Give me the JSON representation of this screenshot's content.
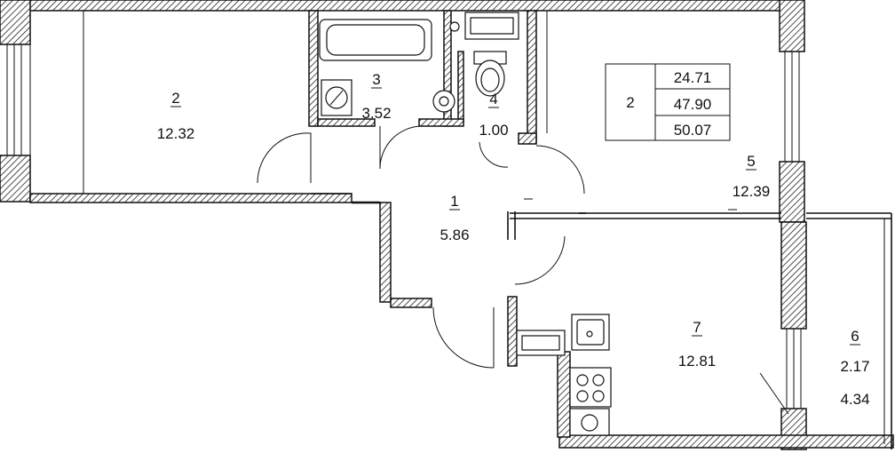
{
  "rooms": [
    {
      "id": "r2",
      "number": "2",
      "area": "12.32"
    },
    {
      "id": "r3",
      "number": "3",
      "area": "3.52"
    },
    {
      "id": "r4",
      "number": "4",
      "area": "1.00"
    },
    {
      "id": "r1",
      "number": "1",
      "area": "5.86"
    },
    {
      "id": "r5",
      "number": "5",
      "area": "12.39"
    },
    {
      "id": "r7",
      "number": "7",
      "area": "12.81"
    },
    {
      "id": "r6",
      "number": "6",
      "area": "2.17",
      "area2": "4.34"
    }
  ],
  "summary": {
    "rooms_count": "2",
    "living_area": "24.71",
    "total_area": "47.90",
    "total_area_with_balcony": "50.07"
  },
  "fixtures": [
    "bathtub-icon",
    "washbasin-icon",
    "washing-machine-icon",
    "toilet-icon",
    "sink-icon",
    "stove-icon",
    "fridge-icon"
  ]
}
